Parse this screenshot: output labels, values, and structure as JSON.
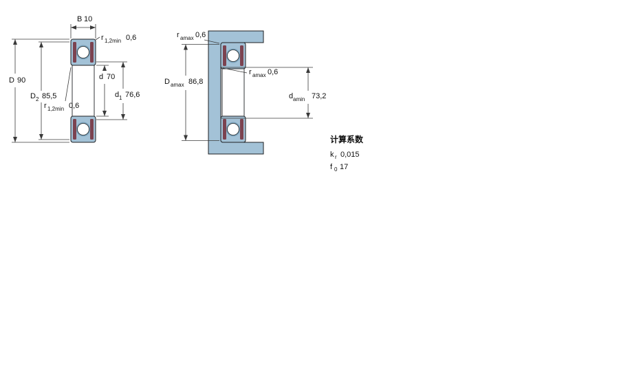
{
  "colors": {
    "background": "#ffffff",
    "bearing_blue": "#a3c2d7",
    "raceway_blue": "#7fa6bf",
    "seal_maroon": "#7c4350",
    "line": "#1c1f22",
    "dim_line": "#3a3a3a",
    "text": "#101010"
  },
  "left_view": {
    "dims": {
      "B": {
        "symbol": "B",
        "value": "10"
      },
      "r_top": {
        "symbol": "r",
        "sub": "1,2min",
        "value": "0,6"
      },
      "D": {
        "symbol": "D",
        "value": "90"
      },
      "D2": {
        "symbol": "D",
        "sub": "2",
        "value": "85,5"
      },
      "d": {
        "symbol": "d",
        "value": "70"
      },
      "d1": {
        "symbol": "d",
        "sub": "1",
        "value": "76,6"
      },
      "r_bottom": {
        "symbol": "r",
        "sub": "1,2min",
        "value": "0,6"
      }
    }
  },
  "right_view": {
    "dims": {
      "ra_top": {
        "symbol": "r",
        "sub": "amax",
        "value": "0,6"
      },
      "Da": {
        "symbol": "D",
        "sub": "amax",
        "value": "86,8"
      },
      "ra_mid": {
        "symbol": "r",
        "sub": "amax",
        "value": "0,6"
      },
      "da": {
        "symbol": "d",
        "sub": "amin",
        "value": "73,2"
      }
    }
  },
  "calculation_factors": {
    "heading": "计算系数",
    "rows": [
      {
        "symbol": "k",
        "sub": "r",
        "value": "0,015"
      },
      {
        "symbol": "f",
        "sub": "0",
        "value": "17"
      }
    ]
  }
}
